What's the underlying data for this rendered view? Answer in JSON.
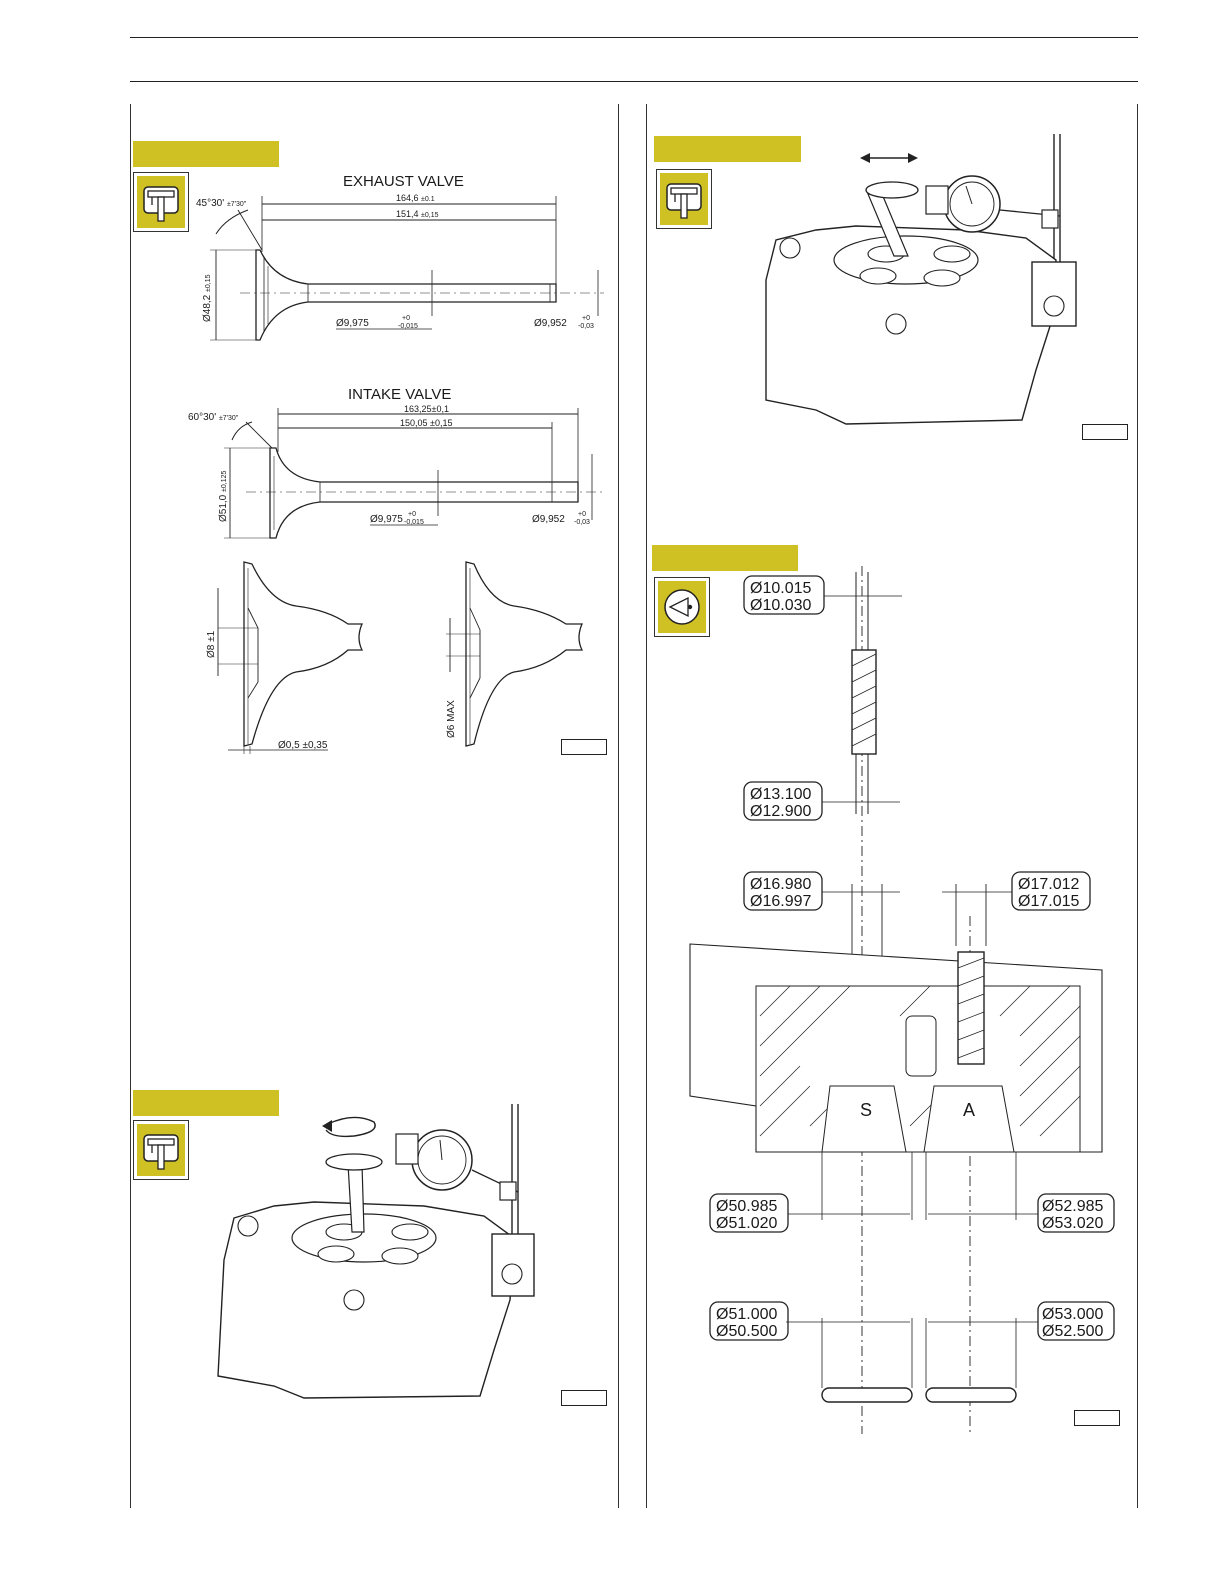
{
  "colors": {
    "accent": "#cfc024",
    "ink": "#1a1a1a"
  },
  "icons": {
    "measure": "caliper-icon",
    "inspect": "eye-inspect-icon"
  },
  "exhaust": {
    "title": "EXHAUST VALVE",
    "angle_value": "45°30'",
    "angle_tol": "±7'30\"",
    "length_total_value": "164,6",
    "length_total_tol": "±0.1",
    "length_stem_value": "151,4",
    "length_stem_tol": "±0,15",
    "head_dia_value": "Ø48,2",
    "head_dia_tol": "±0,15",
    "stem_dia_value": "Ø9,975",
    "stem_dia_up": "+0",
    "stem_dia_down": "-0,015",
    "end_dia_value": "Ø9,952",
    "end_dia_up": "+0",
    "end_dia_down": "-0,03"
  },
  "intake": {
    "title": "INTAKE VALVE",
    "angle_value": "60°30'",
    "angle_tol": "±7'30\"",
    "length_total": "163,25±0,1",
    "length_stem": "150,05 ±0,15",
    "head_dia_value": "Ø51,0",
    "head_dia_tol": "±0,125",
    "stem_dia_value": "Ø9,975",
    "stem_dia_up": "+0",
    "stem_dia_down": "-0,015",
    "end_dia_value": "Ø9,952",
    "end_dia_up": "+0",
    "end_dia_down": "-0,03"
  },
  "details": {
    "recess": "Ø8 ±1",
    "margin": "Ø0,5 ±0,35",
    "max": "Ø6 MAX"
  },
  "guide": {
    "bore_1": "Ø10.015",
    "bore_2": "Ø10.030",
    "od_1": "Ø13.100",
    "od_2": "Ø12.900",
    "seat_s_1": "Ø16.980",
    "seat_s_2": "Ø16.997",
    "seat_a_1": "Ø17.012",
    "seat_a_2": "Ø17.015",
    "label_s": "S",
    "label_a": "A",
    "ring_s_1": "Ø50.985",
    "ring_s_2": "Ø51.020",
    "ring_a_1": "Ø52.985",
    "ring_a_2": "Ø53.020",
    "insert_s_1": "Ø51.000",
    "insert_s_2": "Ø50.500",
    "insert_a_1": "Ø53.000",
    "insert_a_2": "Ø52.500"
  }
}
